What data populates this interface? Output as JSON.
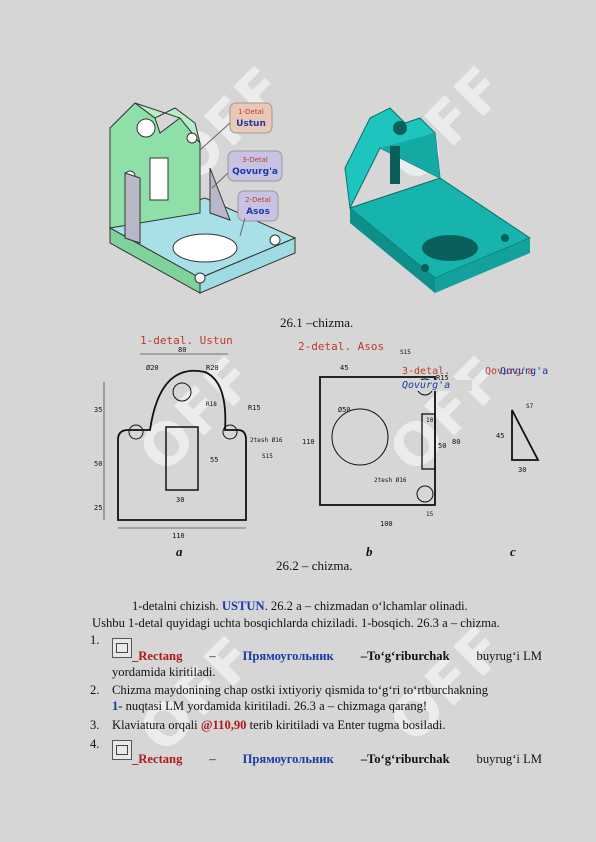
{
  "figure1": {
    "callouts": [
      {
        "num": "1-Detal",
        "name": "Ustun"
      },
      {
        "num": "3-Detal",
        "name": "Qovurg'a"
      },
      {
        "num": "2-Detal",
        "name": "Asos"
      }
    ],
    "caption": "26.1 –chizma."
  },
  "figure2": {
    "title_a": "1-detal. Ustun",
    "title_b": "2-detal. Asos",
    "title_c1": "3-detal.",
    "title_c2": "Qovurg'a",
    "dims_a": [
      "80",
      "R20",
      "Ø20",
      "R15",
      "2tesh Ø16",
      "S15",
      "35",
      "50",
      "25",
      "55",
      "30",
      "110",
      "R18"
    ],
    "dims_b": [
      "45",
      "S15",
      "R15",
      "Ø50",
      "110",
      "2tesh Ø16",
      "80",
      "50",
      "10",
      "100",
      "15"
    ],
    "dims_c": [
      "S7",
      "45",
      "30"
    ],
    "label_a": "a",
    "label_b": "b",
    "label_c": "c",
    "caption": "26.2 – chizma."
  },
  "text": {
    "l1_pre": "1-detalni chizish. ",
    "l1_bold": "USTUN",
    "l1_post": ". 26.2 a – chizmadan o‘lchamlar olinadi.",
    "l2": "Ushbu 1-detal quyidagi uchta bosqichlarda chiziladi. 1-bosqich. 26.3 a – chizma.",
    "item1_num": "1.",
    "item1_rect": "_Rectang",
    "item1_dash": "–",
    "item1_ru": "Прямоугольник",
    "item1_uz": "–To‘g‘riburchak",
    "item1_tail": "buyrug‘i    LM",
    "item1_line2": "yordamida kiritiladi.",
    "item2_num": "2.",
    "item2_line1": "Chizma maydonining chap ostki ixtiyoriy qismida to‘g‘ri to‘rtburchakning",
    "item2_bold": "1",
    "item2_line2": "- nuqtasi LM yordamida kiritiladi. 26.3 a – chizmaga qarang!",
    "item3_num": "3.",
    "item3_pre": "Klaviatura orqali ",
    "item3_bold": "@110,90",
    "item3_post": " terib kiritiladi va Enter tugma bosiladi.",
    "item4_num": "4.",
    "item4_rect": "_Rectang",
    "item4_dash": "–",
    "item4_ru": "Прямоугольник",
    "item4_uz": "–To‘g‘riburchak",
    "item4_tail": "buyrug‘i    LM"
  },
  "watermark": "OFF"
}
